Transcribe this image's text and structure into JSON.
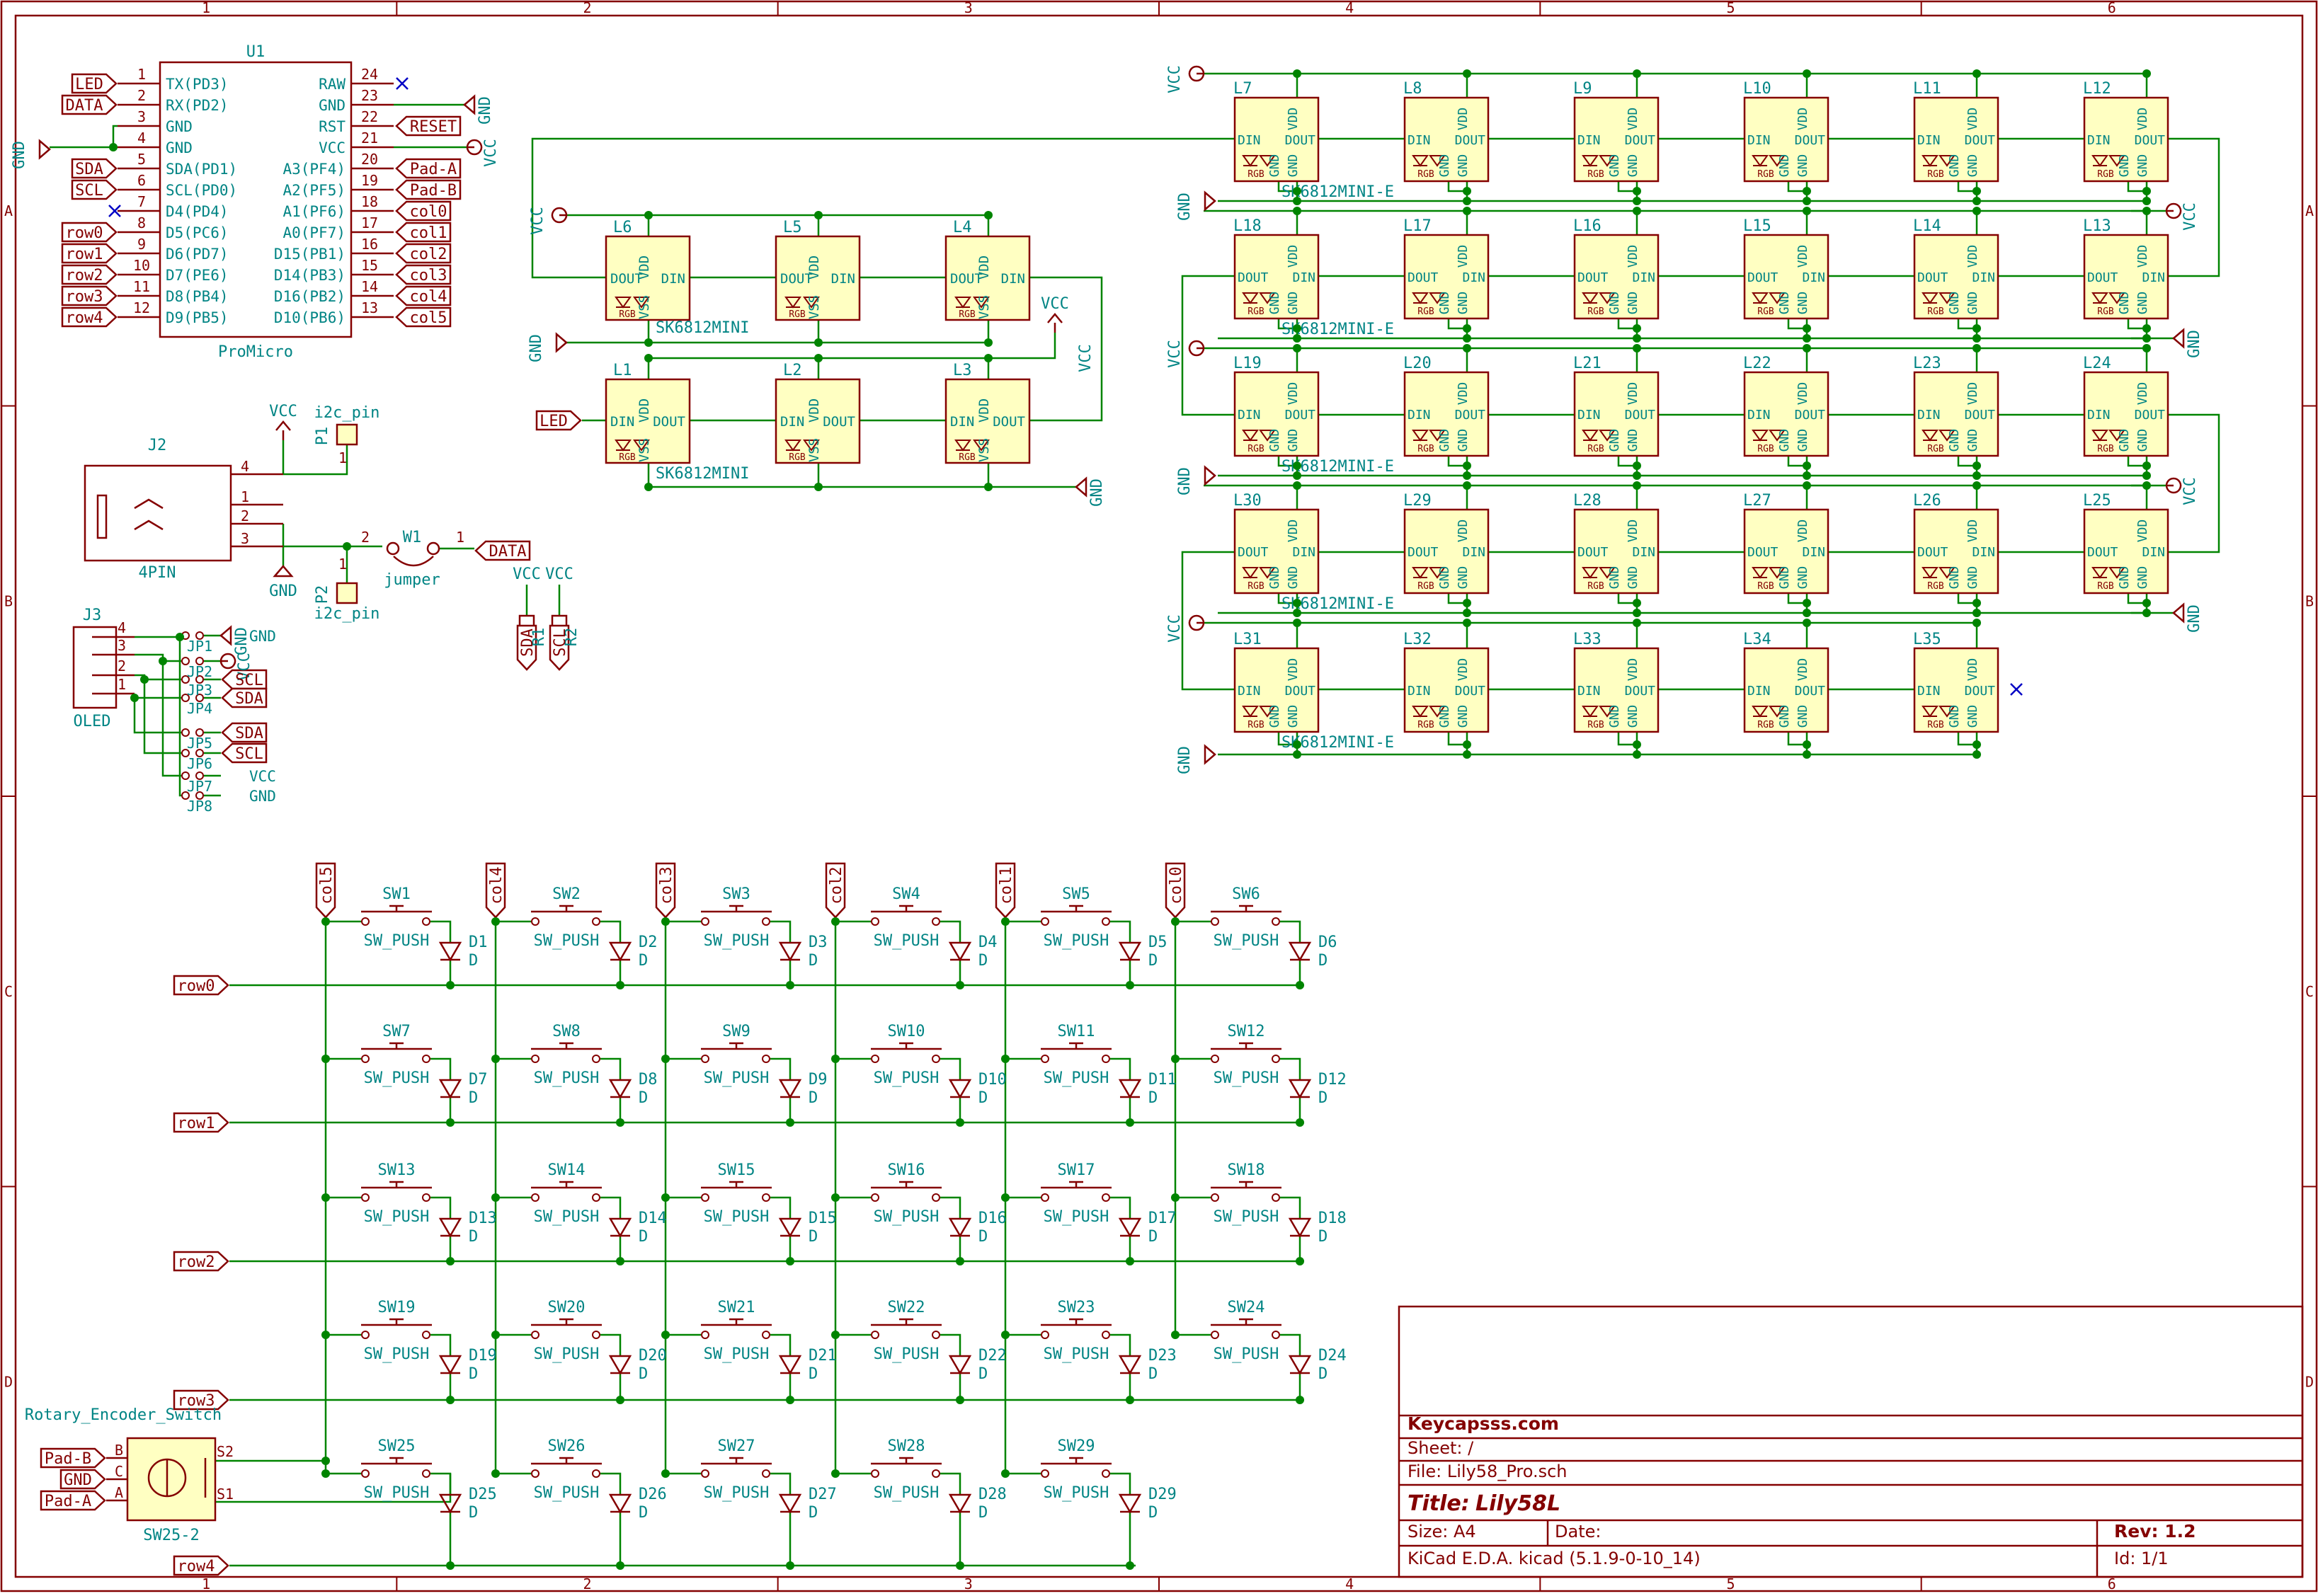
{
  "frame": {
    "columns": [
      "1",
      "2",
      "3",
      "4",
      "5",
      "6"
    ],
    "rows": [
      "A",
      "B",
      "C",
      "D"
    ]
  },
  "colors": {
    "frame": "#840000",
    "wire": "#008400",
    "net_text": "#008484",
    "component": "#840000",
    "body_fill": "#ffffc2",
    "junction": "#008400",
    "noconnect": "#0000c4"
  },
  "promicro": {
    "ref": "U1",
    "value": "ProMicro",
    "left_pins": [
      {
        "num": "1",
        "name": "TX(PD3)",
        "net": "LED"
      },
      {
        "num": "2",
        "name": "RX(PD2)",
        "net": "DATA"
      },
      {
        "num": "3",
        "name": "GND",
        "net": ""
      },
      {
        "num": "4",
        "name": "GND",
        "net": ""
      },
      {
        "num": "5",
        "name": "SDA(PD1)",
        "net": "SDA"
      },
      {
        "num": "6",
        "name": "SCL(PD0)",
        "net": "SCL"
      },
      {
        "num": "7",
        "name": "D4(PD4)",
        "net": ""
      },
      {
        "num": "8",
        "name": "D5(PC6)",
        "net": "row0"
      },
      {
        "num": "9",
        "name": "D6(PD7)",
        "net": "row1"
      },
      {
        "num": "10",
        "name": "D7(PE6)",
        "net": "row2"
      },
      {
        "num": "11",
        "name": "D8(PB4)",
        "net": "row3"
      },
      {
        "num": "12",
        "name": "D9(PB5)",
        "net": "row4"
      }
    ],
    "right_pins": [
      {
        "num": "24",
        "name": "RAW",
        "net": ""
      },
      {
        "num": "23",
        "name": "GND",
        "net": ""
      },
      {
        "num": "22",
        "name": "RST",
        "net": "RESET"
      },
      {
        "num": "21",
        "name": "VCC",
        "net": ""
      },
      {
        "num": "20",
        "name": "A3(PF4)",
        "net": "Pad-A"
      },
      {
        "num": "19",
        "name": "A2(PF5)",
        "net": "Pad-B"
      },
      {
        "num": "18",
        "name": "A1(PF6)",
        "net": "col0"
      },
      {
        "num": "17",
        "name": "A0(PF7)",
        "net": "col1"
      },
      {
        "num": "16",
        "name": "D15(PB1)",
        "net": "col2"
      },
      {
        "num": "15",
        "name": "D14(PB3)",
        "net": "col3"
      },
      {
        "num": "14",
        "name": "D16(PB2)",
        "net": "col4"
      },
      {
        "num": "13",
        "name": "D10(PB6)",
        "net": "col5"
      }
    ],
    "power": {
      "gnd_left": "GND",
      "gnd_right": "GND",
      "vcc": "VCC"
    }
  },
  "j2": {
    "ref": "J2",
    "value": "4PIN",
    "pins": [
      "4",
      "1",
      "2",
      "3"
    ],
    "vcc": "VCC",
    "gnd": "GND",
    "p1_ref": "P1",
    "p1_value": "i2c_pin",
    "p2_ref": "P2",
    "p2_value": "i2c_pin",
    "w1_ref": "W1",
    "w1_value": "jumper",
    "data_net": "DATA",
    "pin_labels": [
      "1",
      "2",
      "1",
      "2"
    ]
  },
  "resistors": {
    "vcc1": "VCC",
    "vcc2": "VCC",
    "r1": "R1",
    "r2": "R2",
    "sda": "SDA",
    "scl": "SCL"
  },
  "oled": {
    "ref": "J3",
    "value": "OLED",
    "pins": [
      "4",
      "3",
      "2",
      "1"
    ],
    "jumpers": [
      "JP1",
      "JP2",
      "JP3",
      "JP4",
      "JP5",
      "JP6",
      "JP7",
      "JP8"
    ],
    "nets_top": [
      "GND",
      "VCC",
      "SCL",
      "SDA"
    ],
    "nets_bottom": [
      "SDA",
      "SCL",
      "VCC",
      "GND"
    ]
  },
  "mini_leds": {
    "part": "SK6812MINI",
    "top_row": [
      "L6",
      "L5",
      "L4"
    ],
    "bottom_row": [
      "L1",
      "L2",
      "L3"
    ],
    "pin_vdd": "VDD",
    "pin_vss": "VSS",
    "pin_din": "DIN",
    "pin_dout": "DOUT",
    "rgb": "RGB",
    "vcc": "VCC",
    "gnd": "GND",
    "led_net": "LED"
  },
  "underglow": {
    "part": "SK6812MINI-E",
    "rows": [
      [
        "L7",
        "L8",
        "L9",
        "L10",
        "L11",
        "L12"
      ],
      [
        "L18",
        "L17",
        "L16",
        "L15",
        "L14",
        "L13"
      ],
      [
        "L19",
        "L20",
        "L21",
        "L22",
        "L23",
        "L24"
      ],
      [
        "L30",
        "L29",
        "L28",
        "L27",
        "L26",
        "L25"
      ],
      [
        "L31",
        "L32",
        "L33",
        "L34",
        "L35"
      ]
    ],
    "pin_vdd": "VDD",
    "pin_gnd": "GND",
    "pin_din": "DIN",
    "pin_dout": "DOUT",
    "rgb": "RGB",
    "vcc": "VCC",
    "gnd": "GND"
  },
  "matrix": {
    "cols": [
      "col5",
      "col4",
      "col3",
      "col2",
      "col1",
      "col0"
    ],
    "rows": [
      "row0",
      "row1",
      "row2",
      "row3",
      "row4"
    ],
    "switch_value": "SW_PUSH",
    "diode_value": "D",
    "switches": [
      [
        "SW1",
        "SW2",
        "SW3",
        "SW4",
        "SW5",
        "SW6"
      ],
      [
        "SW7",
        "SW8",
        "SW9",
        "SW10",
        "SW11",
        "SW12"
      ],
      [
        "SW13",
        "SW14",
        "SW15",
        "SW16",
        "SW17",
        "SW18"
      ],
      [
        "SW19",
        "SW20",
        "SW21",
        "SW22",
        "SW23",
        "SW24"
      ],
      [
        "SW25",
        "SW26",
        "SW27",
        "SW28",
        "SW29"
      ]
    ],
    "diodes": [
      [
        "D1",
        "D2",
        "D3",
        "D4",
        "D5",
        "D6"
      ],
      [
        "D7",
        "D8",
        "D9",
        "D10",
        "D11",
        "D12"
      ],
      [
        "D13",
        "D14",
        "D15",
        "D16",
        "D17",
        "D18"
      ],
      [
        "D19",
        "D20",
        "D21",
        "D22",
        "D23",
        "D24"
      ],
      [
        "D25",
        "D26",
        "D27",
        "D28",
        "D29"
      ]
    ]
  },
  "encoder": {
    "title": "Rotary_Encoder_Switch",
    "ref": "SW25-2",
    "pins_left": [
      "B",
      "C",
      "A"
    ],
    "pins_right": [
      "S2",
      "S1"
    ],
    "nets": [
      "Pad-B",
      "GND",
      "Pad-A"
    ]
  },
  "title_block": {
    "company": "Keycapsss.com",
    "sheet": "Sheet: /",
    "file": "File: Lily58_Pro.sch",
    "title_label": "Title:",
    "title": "Lily58L",
    "size": "Size: A4",
    "date": "Date:",
    "rev": "Rev: 1.2",
    "tool": "KiCad E.D.A.  kicad (5.1.9-0-10_14)",
    "id": "Id: 1/1"
  }
}
